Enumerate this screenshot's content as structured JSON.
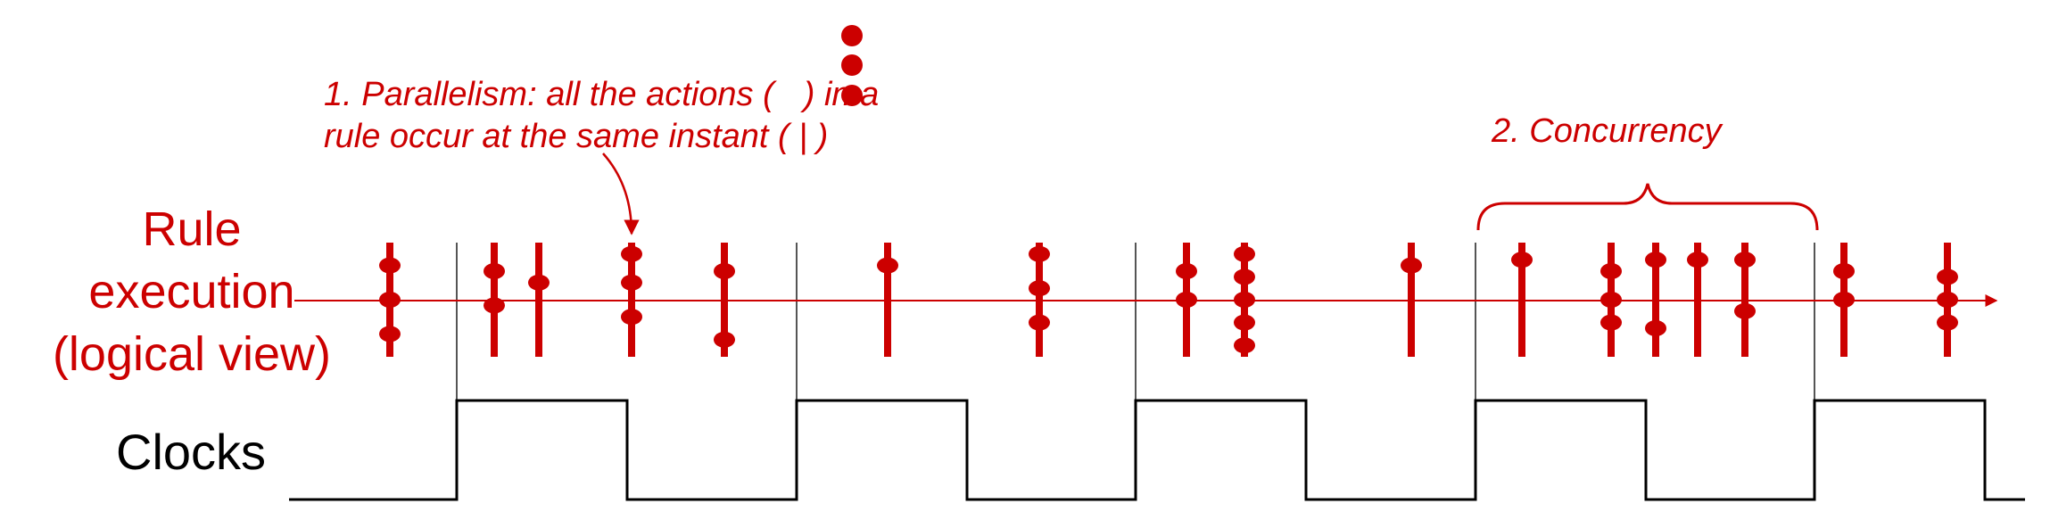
{
  "colors": {
    "accent": "#cc0000",
    "clock": "#000000",
    "divider": "#555555"
  },
  "annotations": {
    "parallelism_part1": "1. Parallelism: all the actions (",
    "parallelism_part2": ") in a",
    "parallelism_line2": "rule occur at the same instant ( | )",
    "concurrency": "2. Concurrency"
  },
  "labels": {
    "rule_line1": "Rule",
    "rule_line2": "execution",
    "rule_line3": "(logical view)",
    "clocks": "Clocks"
  },
  "rules": [
    {
      "actions": [
        0.2,
        0.5,
        0.8
      ]
    },
    {
      "actions": [
        0.25,
        0.55
      ]
    },
    {
      "actions": [
        0.35
      ]
    },
    {
      "actions": [
        0.1,
        0.35,
        0.65
      ]
    },
    {
      "actions": [
        0.25,
        0.85
      ]
    },
    {
      "actions": [
        0.2
      ]
    },
    {
      "actions": [
        0.1,
        0.4,
        0.7
      ]
    },
    {
      "actions": [
        0.25,
        0.5
      ]
    },
    {
      "actions": [
        0.1,
        0.3,
        0.5,
        0.7,
        0.9
      ]
    },
    {
      "actions": [
        0.2
      ]
    },
    {
      "actions": [
        0.15
      ]
    },
    {
      "actions": [
        0.25,
        0.5,
        0.7
      ]
    },
    {
      "actions": [
        0.15,
        0.75
      ]
    },
    {
      "actions": [
        0.15
      ]
    },
    {
      "actions": [
        0.15,
        0.6
      ]
    },
    {
      "actions": [
        0.25,
        0.5
      ]
    },
    {
      "actions": [
        0.3,
        0.5,
        0.7
      ]
    }
  ]
}
